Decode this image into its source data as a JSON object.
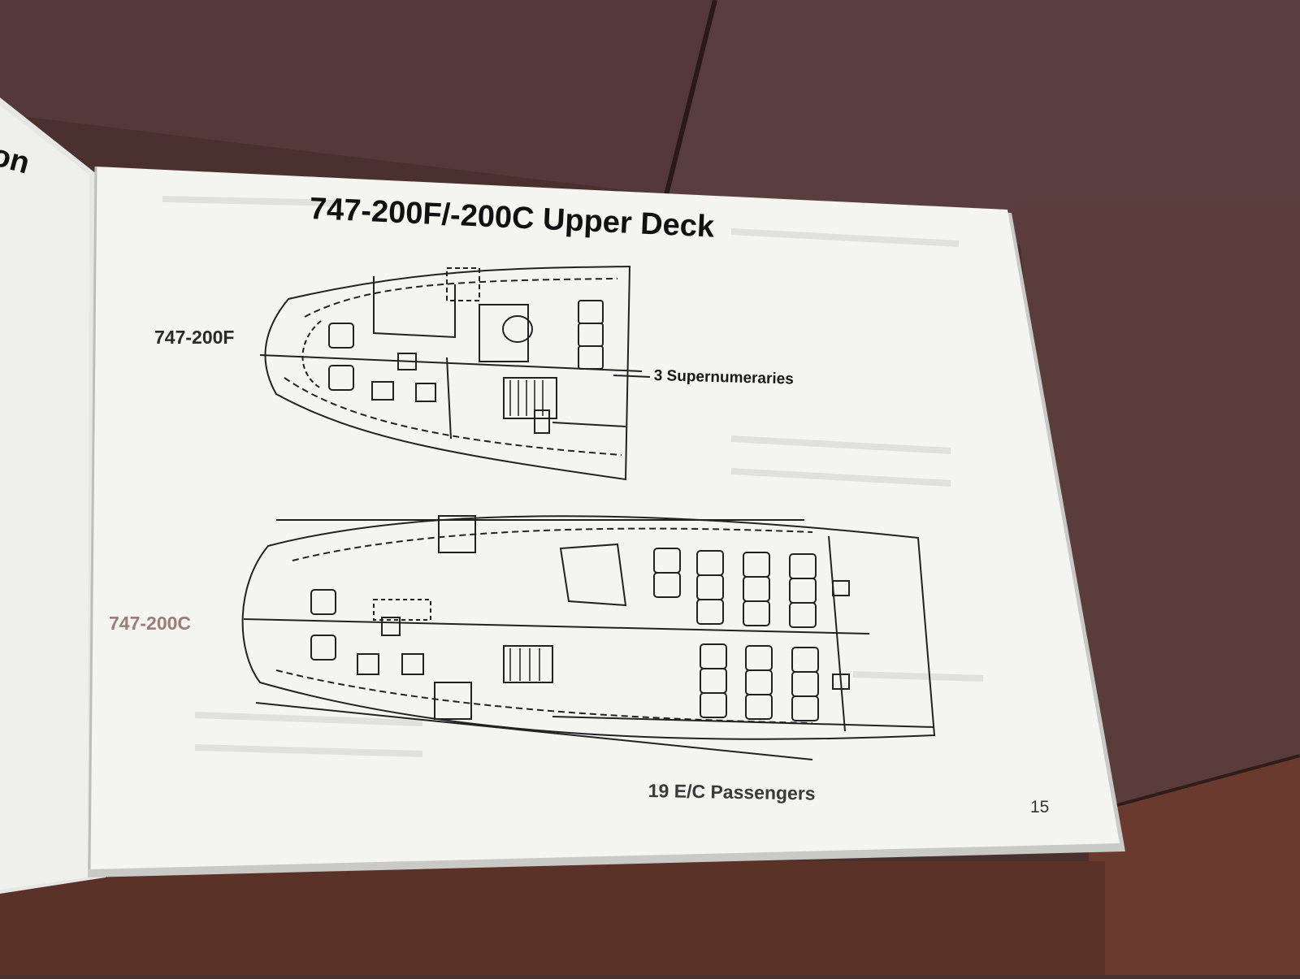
{
  "page": {
    "title": "747-200F/-200C Upper Deck",
    "page_number": "15",
    "previous_page_fragment": "on"
  },
  "diagrams": {
    "freighter": {
      "label": "747-200F",
      "callout": "3 Supernumeraries"
    },
    "combi": {
      "label": "747-200C",
      "callout": "19 E/C Passengers"
    }
  },
  "colors": {
    "floor": "#4a3130",
    "paper": "#f4f4f0",
    "ink": "#1a1a1a"
  }
}
